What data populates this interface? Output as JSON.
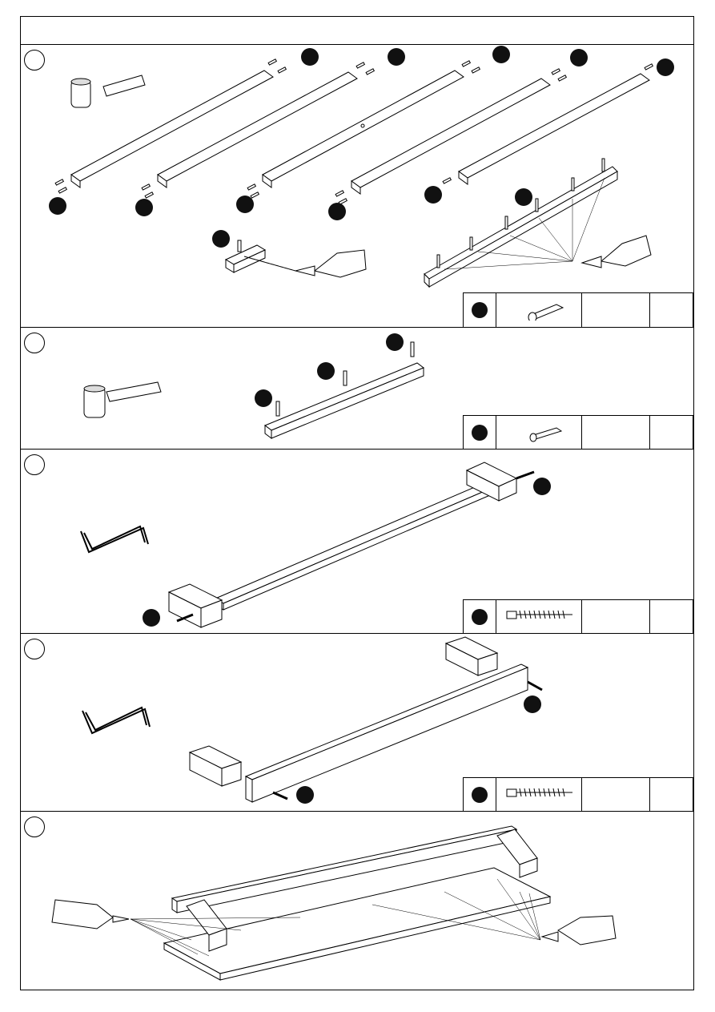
{
  "page": {
    "title": "",
    "steps": [
      {
        "id": 1,
        "label": "",
        "tool_icon": "mallet-icon",
        "extra_icon": "glue-tube-icon",
        "part": {
          "badge": "",
          "icon": "wooden-dowel-icon",
          "quantity": "",
          "note": ""
        }
      },
      {
        "id": 2,
        "label": "",
        "tool_icon": "mallet-icon",
        "part": {
          "badge": "",
          "icon": "wooden-dowel-icon",
          "quantity": "",
          "note": ""
        }
      },
      {
        "id": 3,
        "label": "",
        "tool_icon": "allen-key-icon",
        "part": {
          "badge": "",
          "icon": "screw-bolt-icon",
          "quantity": "",
          "note": ""
        }
      },
      {
        "id": 4,
        "label": "",
        "tool_icon": "allen-key-icon",
        "part": {
          "badge": "",
          "icon": "screw-bolt-icon",
          "quantity": "",
          "note": ""
        }
      },
      {
        "id": 5,
        "label": "",
        "tool_icon": "glue-tube-icon"
      }
    ]
  },
  "colors": {
    "line": "#000000",
    "badge": "#111111",
    "background": "#ffffff"
  }
}
